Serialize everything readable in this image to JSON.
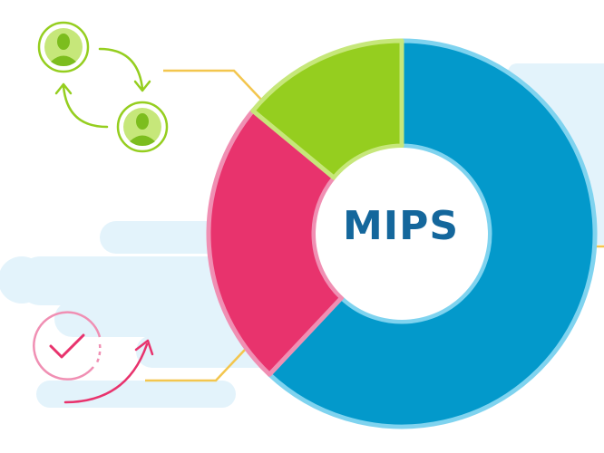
{
  "center_label": "MIPS",
  "chart_data": {
    "type": "pie",
    "style": "donut",
    "title": "MIPS",
    "slices": [
      {
        "name": "",
        "value": 0.62,
        "color": "#0399cb"
      },
      {
        "name": "",
        "value": 0.24,
        "color": "#e8336d"
      },
      {
        "name": "",
        "value": 0.14,
        "color": "#95ce1f"
      }
    ]
  },
  "colors": {
    "blue": "#0399cb",
    "pink": "#e8336d",
    "green": "#95ce1f",
    "blue_ring": "#7fd3ef",
    "pink_ring": "#f08fb3",
    "green_ring": "#c6e77a",
    "connector": "#f3c64e",
    "cloud": "#e3f3fb",
    "label": "#14679c"
  },
  "icons": {
    "user_a": "user-avatar-icon",
    "user_b": "user-avatar-icon",
    "exchange_arrows": "exchange-arrows-icon",
    "check": "checkmark-circle-icon",
    "progress_arrow": "curved-arrow-icon"
  }
}
